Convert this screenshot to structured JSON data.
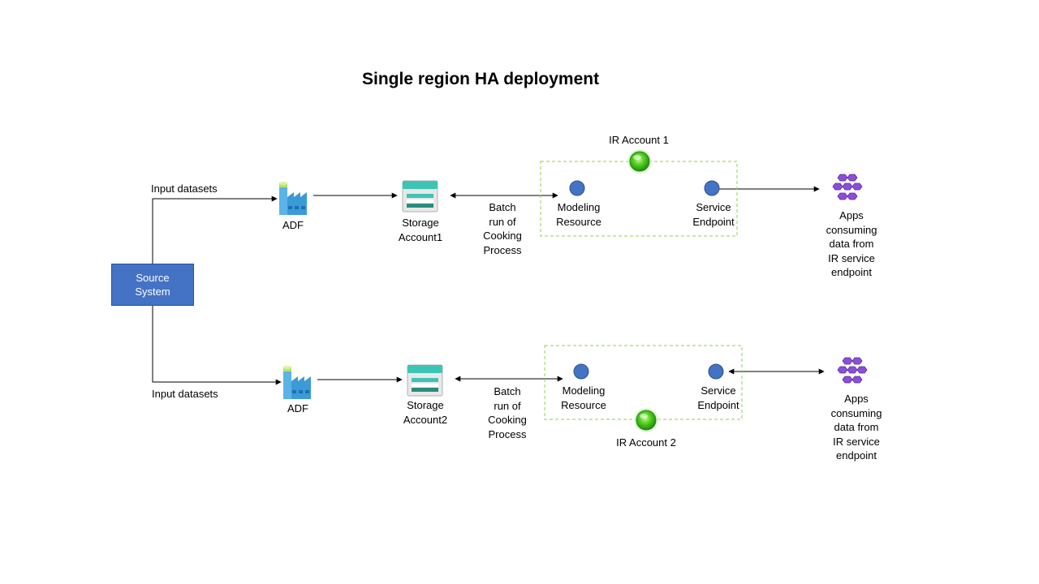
{
  "title": "Single region HA deployment",
  "source_system": "Source\nSystem",
  "colors": {
    "source_box": "#4472c4",
    "ir_box_border": "#92d050",
    "status_green": "#3cc51c",
    "resource_dot": "#4472c4",
    "storage_teal": "#3cc5b5",
    "adf_blue": "#3b9bd6",
    "apps_purple": "#8a4fd6"
  },
  "rows": [
    {
      "input_label": "Input datasets",
      "adf_label": "ADF",
      "storage_label": "Storage\nAccount1",
      "batch_label": "Batch\nrun of\nCooking\nProcess",
      "ir_account_label": "IR Account 1",
      "modeling_label": "Modeling\nResource",
      "service_label": "Service\nEndpoint",
      "apps_label": "Apps\nconsuming\ndata from\nIR service\nendpoint"
    },
    {
      "input_label": "Input datasets",
      "adf_label": "ADF",
      "storage_label": "Storage\nAccount2",
      "batch_label": "Batch\nrun of\nCooking\nProcess",
      "ir_account_label": "IR Account 2",
      "modeling_label": "Modeling\nResource",
      "service_label": "Service\nEndpoint",
      "apps_label": "Apps\nconsuming\ndata from\nIR service\nendpoint"
    }
  ]
}
